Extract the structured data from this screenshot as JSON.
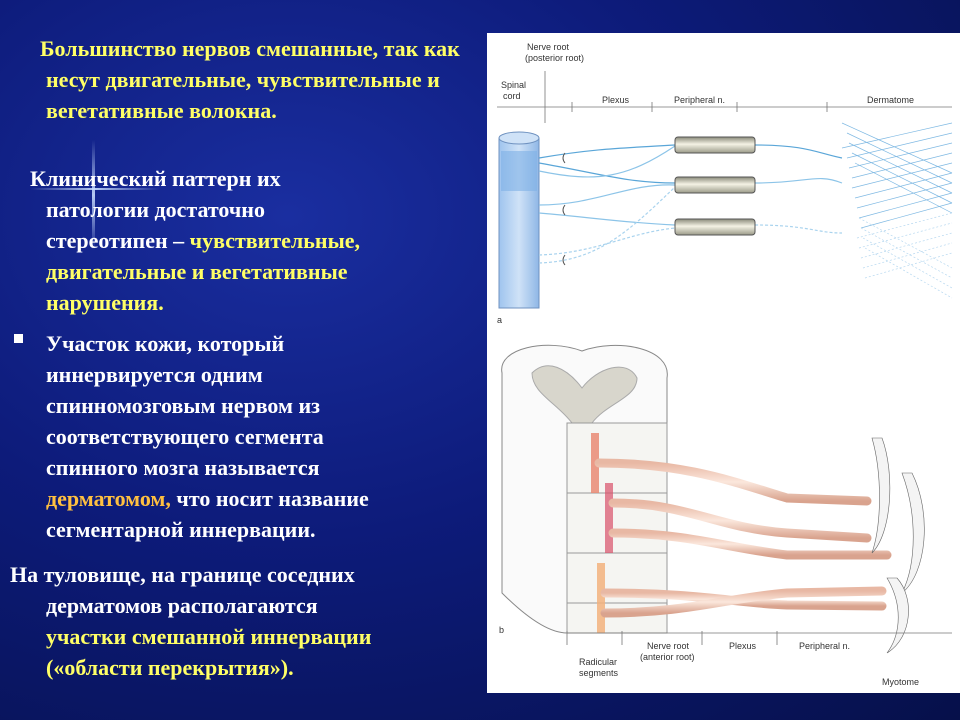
{
  "text": {
    "p1": "Большинство нервов смешанные, так как несут двигательные, чувствительные и вегетативные волокна.",
    "p2_line1": "Клинический паттерн их",
    "p2_line2": "патологии достаточно",
    "p2_line3a": "стереотипен –",
    "p2_line3b": "чувствительные,",
    "p2_line4": "двигательные и вегетативные",
    "p2_line5": "нарушения.",
    "p3_lines": [
      "Участок кожи, который",
      "иннервируется одним",
      "спинномозговым нервом из",
      "соответствующего сегмента",
      "спинного мозга называется"
    ],
    "p3_term": "дерматомом,",
    "p3_rest": "что носит название",
    "p3_last": "сегментарной иннервации.",
    "p4_line1": "На туловище, на границе соседних",
    "p4_line2": "дерматомов располагаются",
    "p4_line3": "участки смешанной иннервации",
    "p4_line4": "(«области перекрытия»)."
  },
  "figure": {
    "top": {
      "nerve_root_1": "Nerve root",
      "nerve_root_2": "(posterior root)",
      "spinal_1": "Spinal",
      "spinal_2": "cord",
      "plexus": "Plexus",
      "peripheral": "Peripheral n.",
      "dermatome": "Dermatome",
      "letter": "a"
    },
    "bottom": {
      "radicular_1": "Radicular",
      "radicular_2": "segments",
      "nerve_root_1": "Nerve root",
      "nerve_root_2": "(anterior root)",
      "plexus": "Plexus",
      "peripheral": "Peripheral n.",
      "myotome": "Myotome",
      "letter": "b"
    }
  },
  "colors": {
    "background": "#0d1b7a",
    "text": "#ffffff",
    "highlight_yellow": "#ffff66",
    "highlight_orange": "#ffc040"
  }
}
